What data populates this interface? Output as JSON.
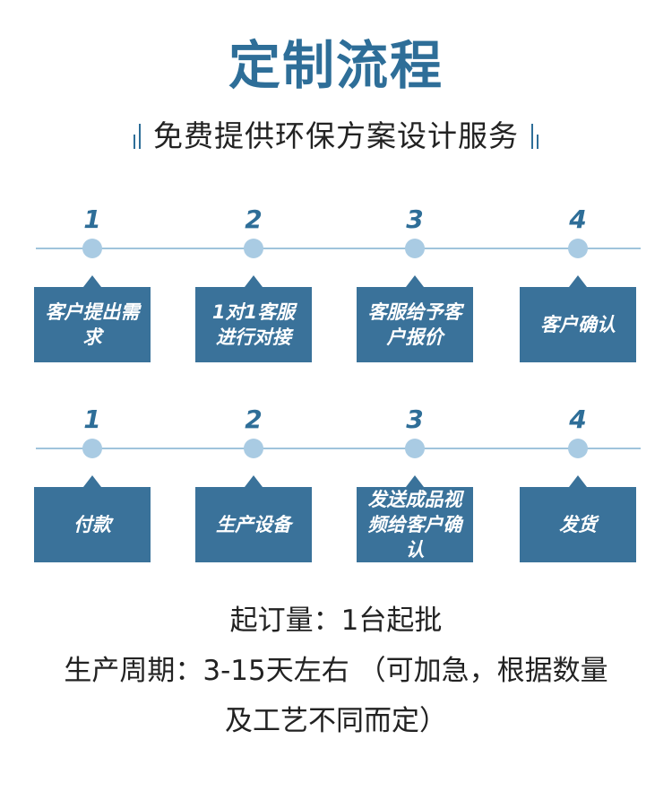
{
  "header": {
    "title": "定制流程",
    "subtitle": "免费提供环保方案设计服务"
  },
  "flow_1": {
    "steps": [
      {
        "num": "1",
        "label": "客户提出需求"
      },
      {
        "num": "2",
        "label": "1对1客服进行对接"
      },
      {
        "num": "3",
        "label": "客服给予客户报价"
      },
      {
        "num": "4",
        "label": "客户确认"
      }
    ]
  },
  "flow_2": {
    "steps": [
      {
        "num": "1",
        "label": "付款"
      },
      {
        "num": "2",
        "label": "生产设备"
      },
      {
        "num": "3",
        "label": "发送成品视频给客户确认"
      },
      {
        "num": "4",
        "label": "发货"
      }
    ]
  },
  "info": {
    "moq": "起订量：1台起批",
    "cycle_line1": "生产周期：3-15天左右 （可加急，根据数量",
    "cycle_line2": "及工艺不同而定）"
  },
  "colors": {
    "accent": "#2e6e98",
    "box": "#3a729a",
    "dot": "#a9cbe3",
    "line": "#9fc4dc"
  }
}
